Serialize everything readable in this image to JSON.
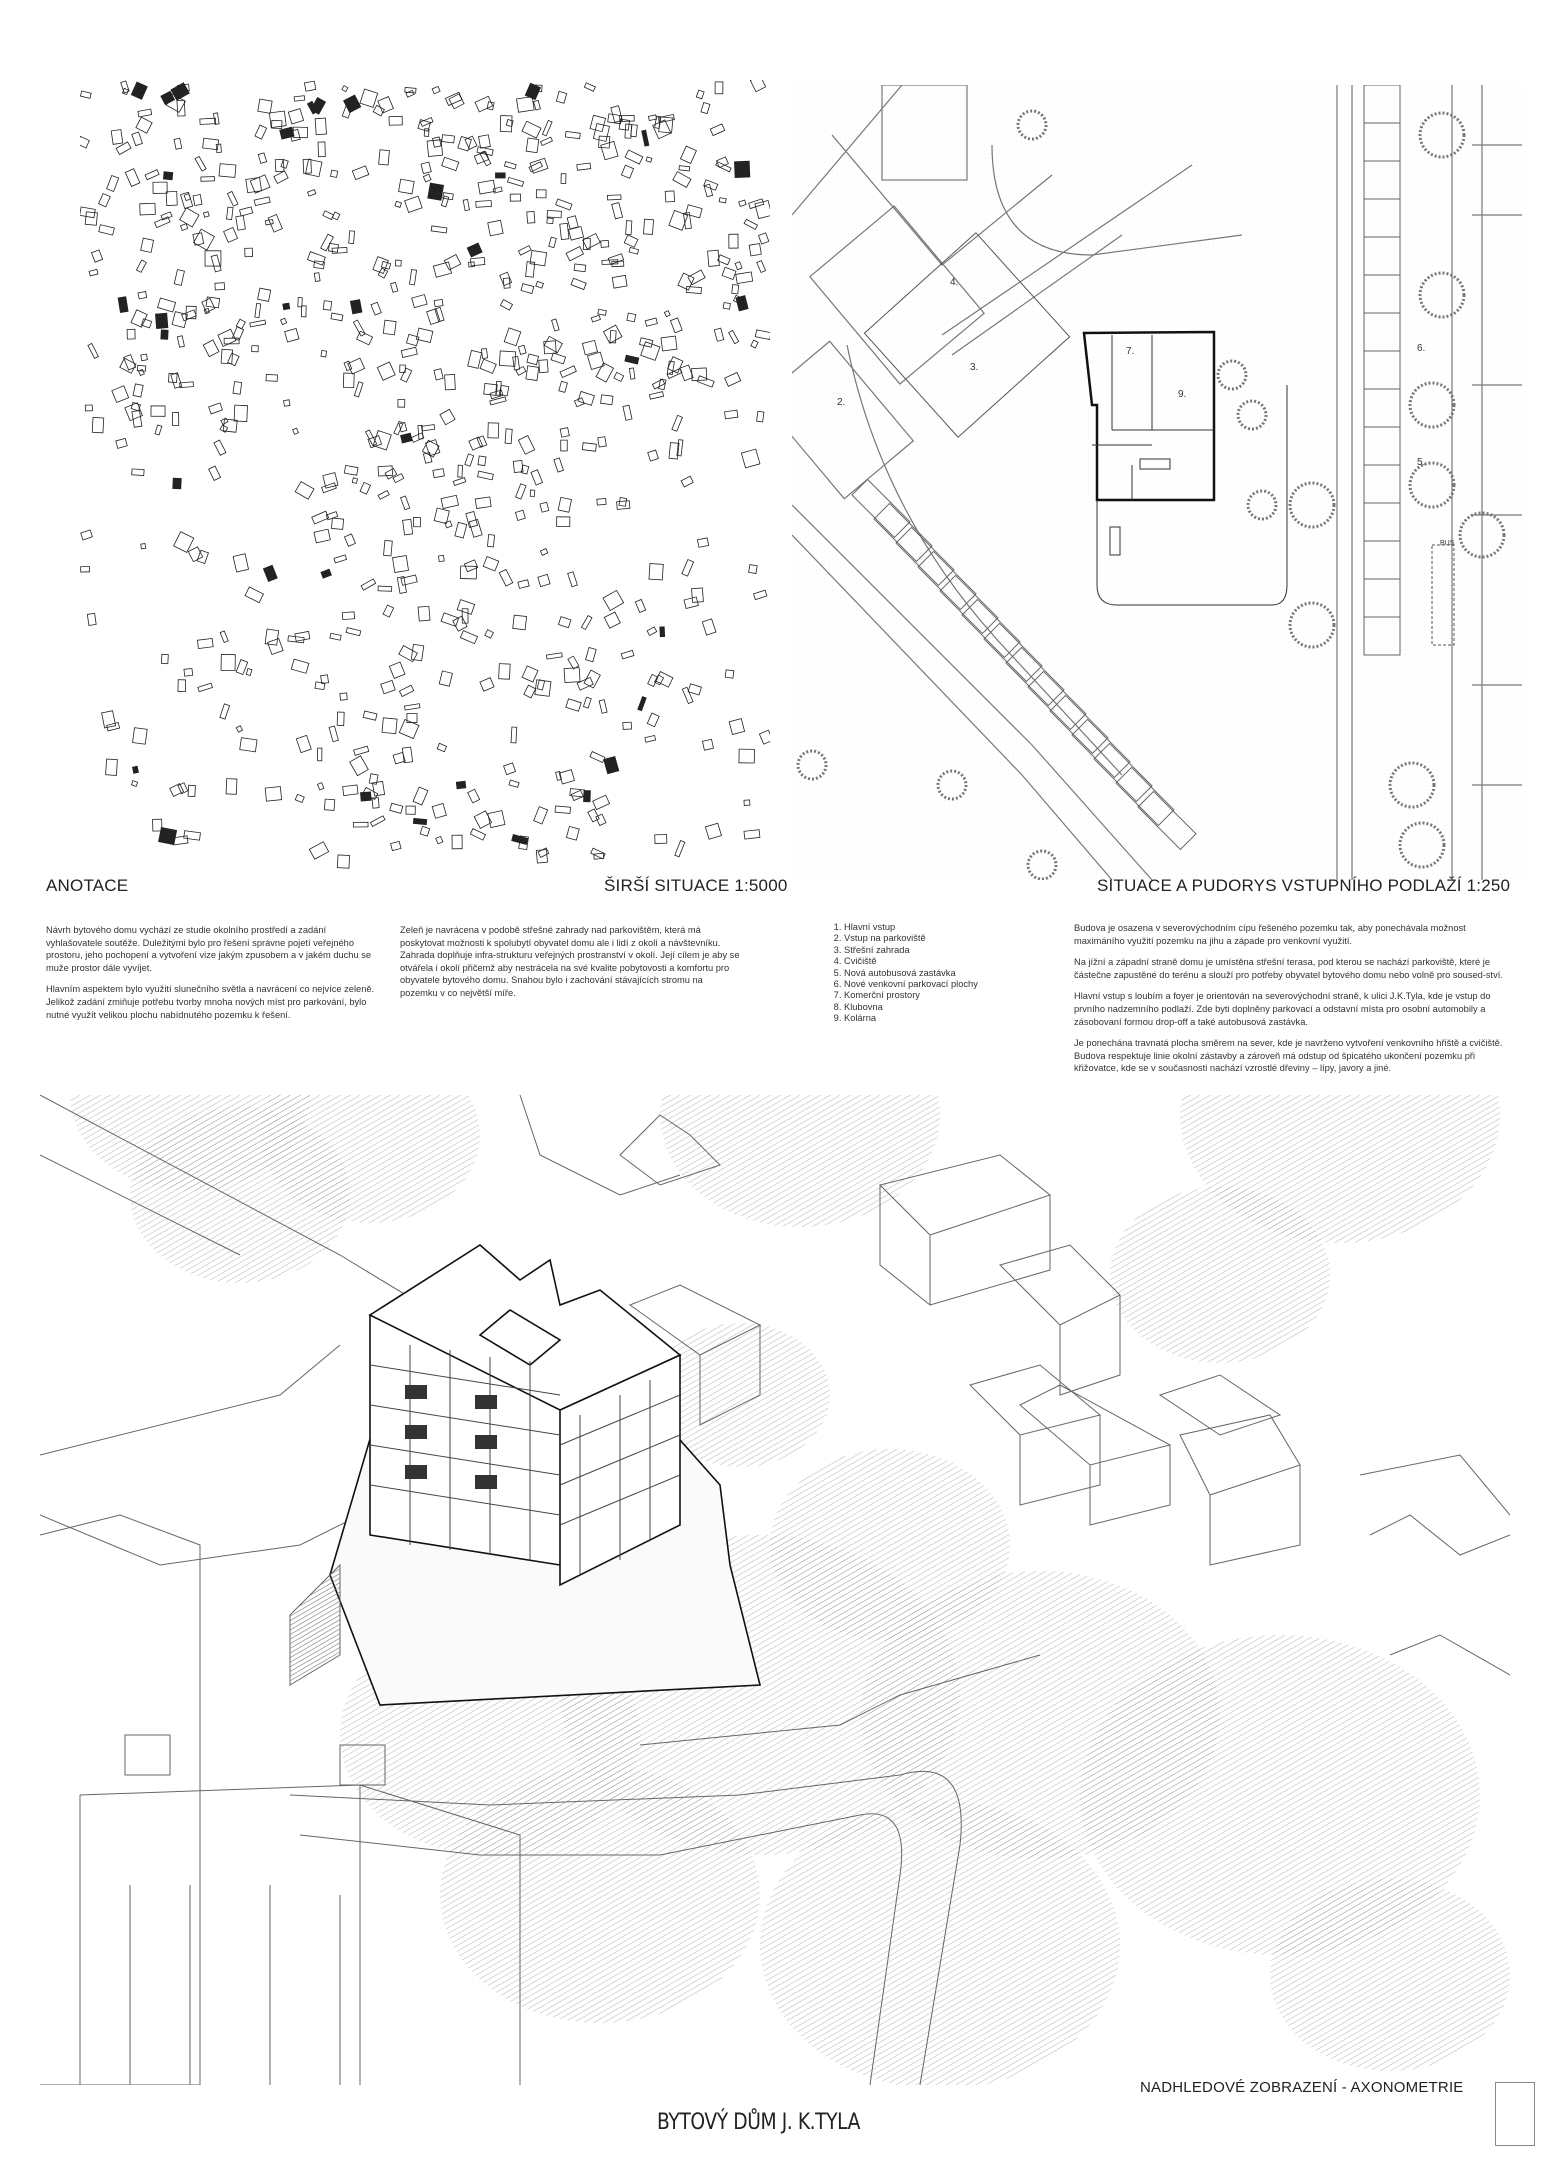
{
  "panels": {
    "annotation_title": "ANOTACE",
    "wider_situation_title": "ŠIRŠÍ SITUACE 1:5000",
    "site_plan_title": "SITUACE A PUDORYS VSTUPNÍHO PODLAŽÍ 1:250",
    "axonometry_title": "NADHLEDOVÉ ZOBRAZENÍ - AXONOMETRIE"
  },
  "annotation": {
    "col1": [
      "Návrh bytového domu vychází ze studie okolního prostředí a zadání vyhlašovatele soutěže. Duležitými bylo pro řešení správne pojetí veřejného prostoru, jeho pochopení a vytvoření vize jakým zpusobem a v jakém duchu se muže prostor dále vyvíjet.",
      "Hlavním aspektem bylo využití slunečního světla a navrácení co nejvíce zeleně. Jelikož zadání zmiňuje potřebu tvorby mnoha nových míst pro parkování, bylo nutné využít velikou plochu nabídnutého pozemku k řešení."
    ],
    "col2": [
      "Zeleň je navrácena v podobě střešné zahrady nad parkovištěm, která má poskytovat možnosti k spolubytí obyvatel domu ale i lidí z okolí a návštevníku. Zahrada doplňuje infra-strukturu veřejných prostranství v okolí. Její cílem je aby se otvářela i okolí přičemž aby nestrácela na své kvalite pobytovosti a komfortu pro obyvatele bytového domu. Snahou bylo i zachování stávajících stromu na pozemku v co největší míře."
    ],
    "legend": [
      "Hlavní vstup",
      "Vstup na parkoviště",
      "Střešní zahrada",
      "Cvičiště",
      "Nová autobusová zastávka",
      "Nové venkovní parkovací plochy",
      "Komerční prostory",
      "Klubovna",
      "Kolárna"
    ],
    "col4": [
      "Budova je osazena v severovýchodním cípu řešeného pozemku tak, aby ponechávala možnost maximáního využití pozemku na jihu a západe pro venkovní využití.",
      "Na jížní a západní straně domu je umístěna střešní terasa, pod kterou se nachází parkoviště, které je částečne zapustěné do terénu a slouží pro potřeby obyvatel bytového domu nebo volně pro soused-ství.",
      "Hlavní vstup s loubím a foyer je orientován na severovýchodní straně, k ulici J.K.Tyla, kde je vstup do prvního nadzemního podlaží. Zde byti doplněny parkovací a odstavní místa pro osobní automobily a zásobovaní formou drop-off a také autobusová zastávka.",
      "Je ponechána travnatá plocha směrem na sever, kde je navrženo vytvoření venkovního hřiště a cvičiště. Budova respektuje linie okolní zástavby a zároveň má odstup od špicatého ukončení pozemku při křižovatce, kde se v současnosti nachází vzrostlé dřeviny – lípy, javory a jiné."
    ]
  },
  "plan_labels": [
    "2.",
    "3.",
    "4.",
    "5.",
    "6.",
    "7.",
    "9."
  ],
  "bus_label": "BUS",
  "project_title": "BYTOVÝ DŮM J. K.TYLA"
}
